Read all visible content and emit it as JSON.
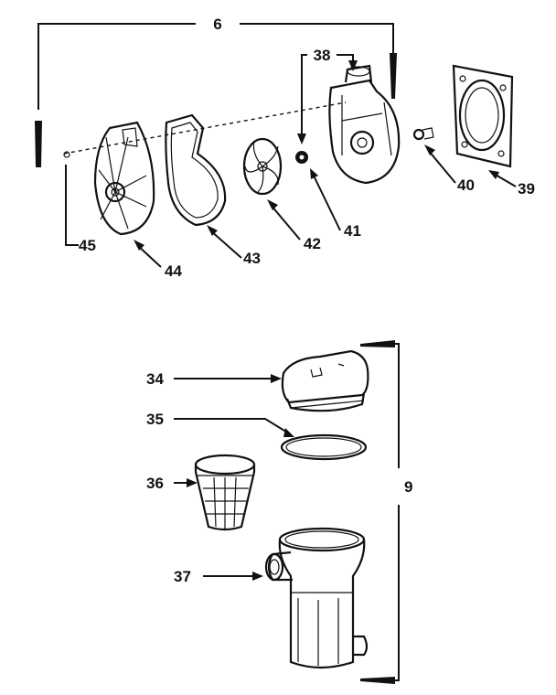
{
  "callouts": [
    {
      "id": "6",
      "text": "6"
    },
    {
      "id": "9",
      "text": "9"
    },
    {
      "id": "34",
      "text": "34"
    },
    {
      "id": "35",
      "text": "35"
    },
    {
      "id": "36",
      "text": "36"
    },
    {
      "id": "37",
      "text": "37"
    },
    {
      "id": "38",
      "text": "38"
    },
    {
      "id": "39",
      "text": "39"
    },
    {
      "id": "40",
      "text": "40"
    },
    {
      "id": "41",
      "text": "41"
    },
    {
      "id": "42",
      "text": "42"
    },
    {
      "id": "43",
      "text": "43"
    },
    {
      "id": "44",
      "text": "44"
    },
    {
      "id": "45",
      "text": "45"
    }
  ],
  "colors": {
    "ink": "#111111",
    "paper": "#ffffff"
  }
}
